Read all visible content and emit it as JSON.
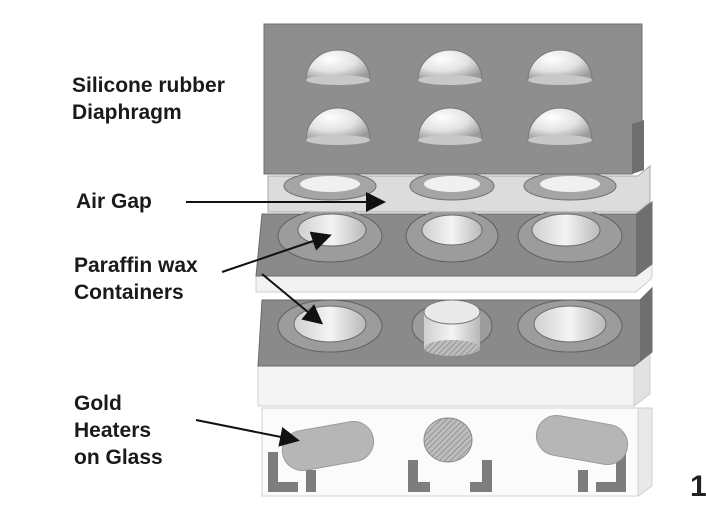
{
  "labels": {
    "diaphragm": [
      "Silicone rubber",
      "Diaphragm"
    ],
    "air_gap": "Air Gap",
    "containers": [
      "Paraffin wax",
      "Containers"
    ],
    "heaters": [
      "Gold",
      "Heaters",
      "on Glass"
    ]
  },
  "edge_glyph": "1",
  "colors": {
    "plate_top": "#8e8e8e",
    "plate_front": "#bdbdbd",
    "plate_dark": "#6f6f6f",
    "white_layer": "#f7f7f7",
    "dome": "#e6e6e6",
    "heater": "#b4b4b4",
    "arrow": "#111111"
  }
}
